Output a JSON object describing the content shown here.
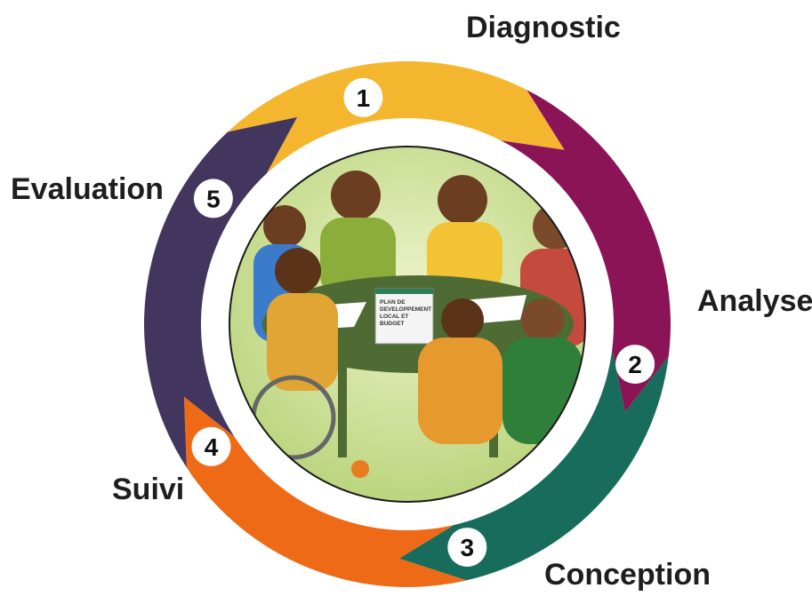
{
  "stages": [
    {
      "number": "1",
      "label": "Diagnostic",
      "color": "#F4B62E"
    },
    {
      "number": "2",
      "label": "Analyse",
      "color": "#8A1456"
    },
    {
      "number": "3",
      "label": "Conception",
      "color": "#176C5B"
    },
    {
      "number": "4",
      "label": "Suivi",
      "color": "#EE6A16"
    },
    {
      "number": "5",
      "label": "Evaluation",
      "color": "#43365E"
    }
  ],
  "illustration": {
    "document_text": [
      "PLAN DE",
      "DEVELOPPEMENT",
      "LOCAL ET",
      "BUDGET"
    ]
  }
}
